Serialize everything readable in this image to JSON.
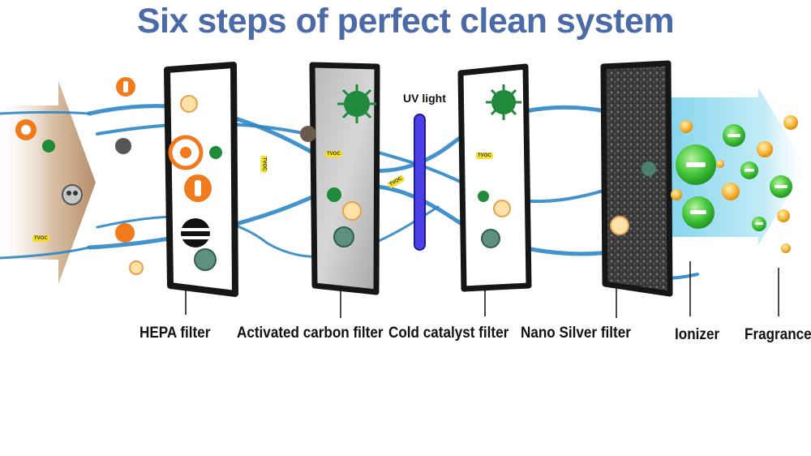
{
  "title": "Six steps of perfect clean system",
  "uv_light_label": "UV light",
  "pollutant_tag": "TVOC",
  "steps": [
    {
      "label": "HEPA filter"
    },
    {
      "label": "Activated carbon filter"
    },
    {
      "label": "Cold catalyst filter"
    },
    {
      "label": "Nano Silver filter"
    },
    {
      "label": "Ionizer"
    },
    {
      "label": "Fragrance"
    }
  ],
  "colors": {
    "title": "#4a6aa8",
    "airflow": "#2e86c8",
    "uv_lamp": "#4b3fe6",
    "germ": "#1f8a3a",
    "ion": "#3dbf3d",
    "fragrance": "#f0a020",
    "intake_arrow": "#c9a888",
    "outflow_arrow": "#9fdff0",
    "filter_frame": "#161616"
  }
}
